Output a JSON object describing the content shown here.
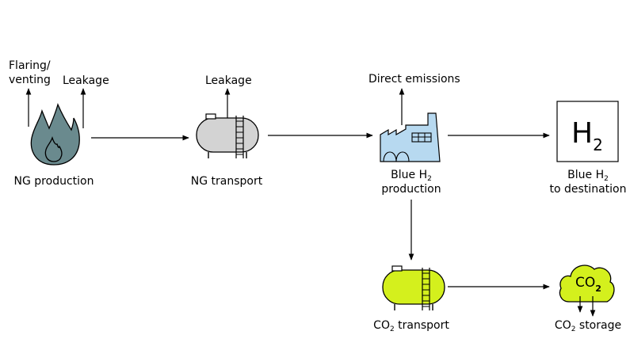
{
  "nodes": {
    "ng_production": {
      "label": "NG production"
    },
    "ng_transport": {
      "label": "NG transport"
    },
    "blue_h2_production": {
      "label_pre": "Blue H",
      "label_sub": "2",
      "label_line2": "production"
    },
    "blue_h2_destination": {
      "label_pre": "Blue H",
      "label_sub": "2",
      "label_line2": "to destination",
      "box_symbol": "H",
      "box_sub": "2"
    },
    "co2_transport": {
      "label_pre": "CO",
      "label_sub": "2",
      "label_post": " transport"
    },
    "co2_storage": {
      "label_pre": "CO",
      "label_sub": "2",
      "label_post": " storage",
      "cloud_text": "CO",
      "cloud_sub": "2"
    }
  },
  "emissions": {
    "flaring_line1": "Flaring/",
    "flaring_line2": "venting",
    "leakage_production": "Leakage",
    "leakage_transport": "Leakage",
    "direct": "Direct emissions"
  },
  "colors": {
    "flame": "#6a8a8e",
    "tank_grey": "#d3d3d3",
    "factory": "#b7d9f0",
    "co2_green": "#d4f01d"
  }
}
